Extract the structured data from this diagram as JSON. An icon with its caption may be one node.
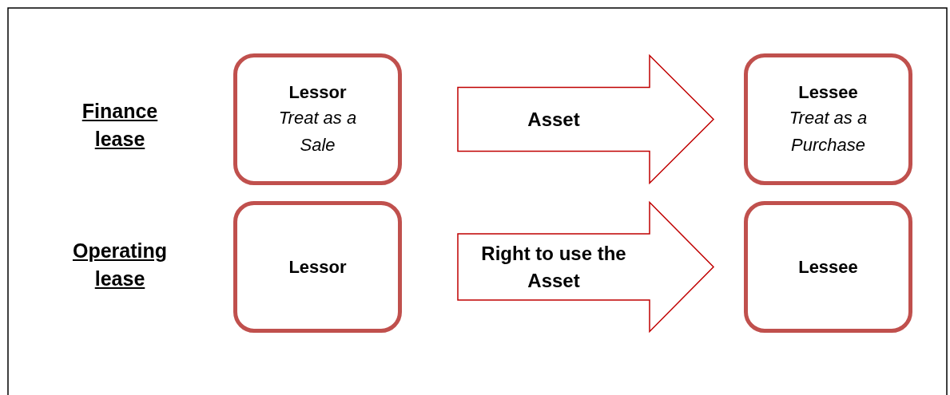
{
  "diagram": {
    "nodes": [
      {
        "text": [
          "Lessor",
          "Treat as a Sale"
        ]
      },
      {
        "text": [
          "Lessee",
          "Treat as a Purchase"
        ]
      },
      {
        "text": [
          "Lessor"
        ]
      },
      {
        "text": [
          "Lessee"
        ]
      }
    ],
    "edges": [
      {
        "from": 0,
        "to": 1,
        "arrow": "to",
        "label": "Asset"
      },
      {
        "from": 2,
        "to": 3,
        "arrow": "to",
        "label": "Right to use the Asset"
      }
    ],
    "labels": [
      "Finance lease",
      "Operating lease"
    ]
  }
}
